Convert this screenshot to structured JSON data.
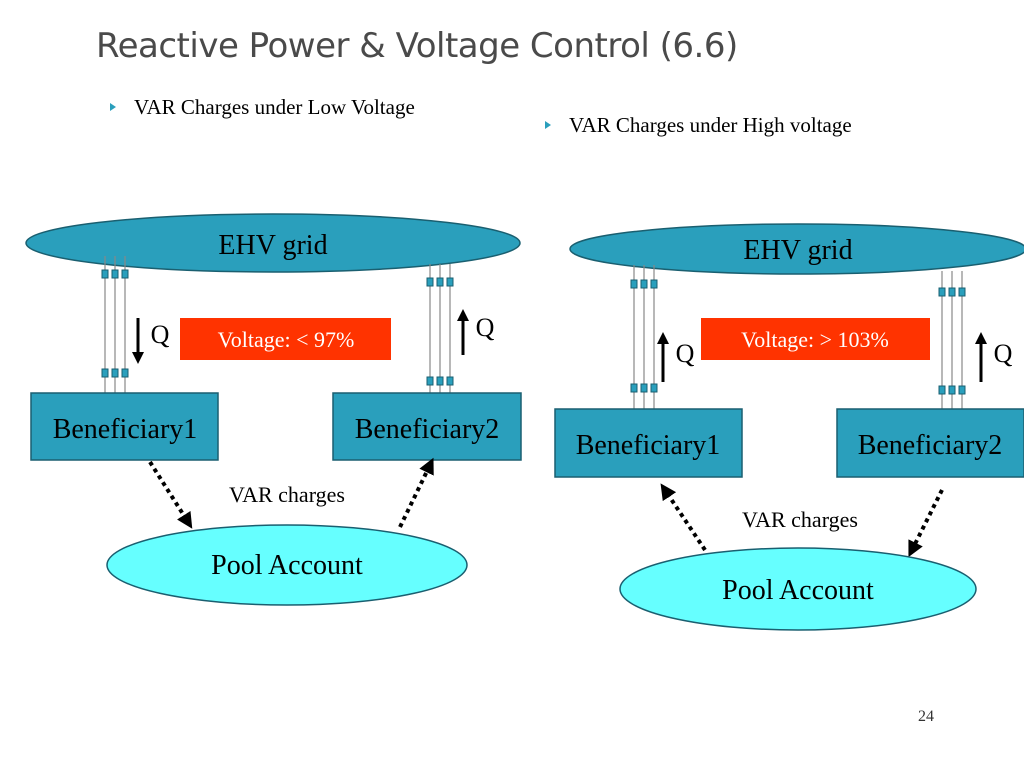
{
  "title": "Reactive Power & Voltage Control (6.6)",
  "page_number": "24",
  "left": {
    "bullet": "VAR Charges under Low Voltage",
    "grid_label": "EHV grid",
    "voltage_label": "Voltage: < 97%",
    "q1": "Q",
    "q2": "Q",
    "beneficiary1": "Beneficiary1",
    "beneficiary2": "Beneficiary2",
    "var_charges": "VAR charges",
    "pool": "Pool Account"
  },
  "right": {
    "bullet": "VAR Charges under High voltage",
    "grid_label": "EHV grid",
    "voltage_label": "Voltage: > 103%",
    "q1": "Q",
    "q2": "Q",
    "beneficiary1": "Beneficiary1",
    "beneficiary2": "Beneficiary2",
    "var_charges": "VAR charges",
    "pool": "Pool Account"
  },
  "colors": {
    "grid_fill": "#2a9fbc",
    "box_fill": "#2a9fbc",
    "pool_fill": "#66ffff",
    "voltage_fill": "#ff3300",
    "bullet": "#2a9fbc"
  }
}
